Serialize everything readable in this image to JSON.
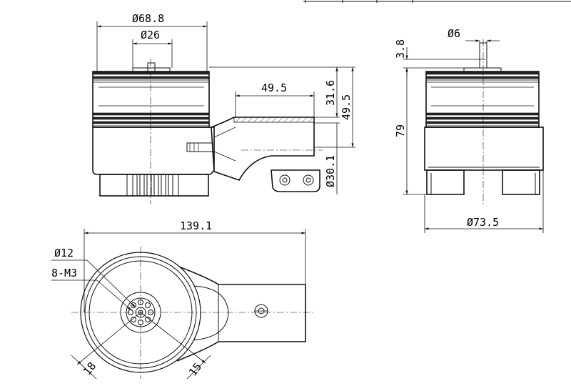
{
  "title_block": {
    "cells": [
      "",
      "",
      "",
      ""
    ]
  },
  "front_view": {
    "dim_outer_diameter": "Ø68.8",
    "dim_top_diameter": "Ø26",
    "dim_arm_length": "49.5",
    "dim_arm_offset": "31.6",
    "dim_height": "49.5",
    "dim_tube_diameter": "Ø30.1"
  },
  "side_view": {
    "dim_shaft_diameter": "Ø6",
    "dim_shaft_length": "3.8",
    "dim_total_height": "79",
    "dim_base_diameter": "Ø73.5"
  },
  "top_view": {
    "dim_total_length": "139.1",
    "dim_hole_circle": "Ø12",
    "dim_screws": "8-M3",
    "dim_left_radius": "18",
    "dim_right_radius": "15"
  }
}
